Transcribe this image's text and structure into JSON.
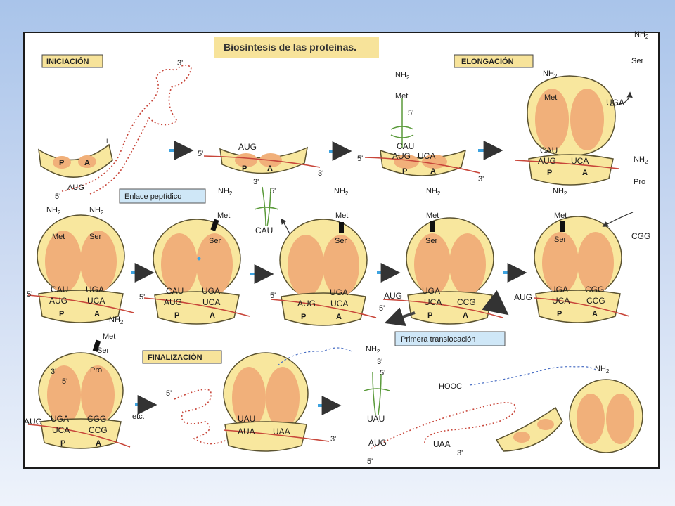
{
  "title": "Biosíntesis de las proteínas.",
  "sections": {
    "initiation": "INICIACIÓN",
    "elongation": "ELONGACIÓN",
    "termination": "FINALIZACIÓN"
  },
  "callouts": {
    "peptide_bond": "Enlace peptídico",
    "first_translocation": "Primera translocación"
  },
  "labels": {
    "three_prime": "3'",
    "five_prime": "5'",
    "plus": "+",
    "aug": "AUG",
    "uca": "UCA",
    "ccg": "CCG",
    "aua": "AUA",
    "uaa": "UAA",
    "cau": "CAU",
    "uga": "UGA",
    "cgg": "CGG",
    "uau": "UAU",
    "p": "P",
    "a": "A",
    "nh2": "NH",
    "sub2": "2",
    "met": "Met",
    "ser": "Ser",
    "pro": "Pro",
    "hooc": "HOOC",
    "etc": "etc."
  },
  "colors": {
    "ribosome_fill": "#f8e79e",
    "ribosome_stroke": "#5a5230",
    "site_fill": "#f1b07a",
    "mrna": "#c8463a",
    "trna": "#5a9a3a",
    "arrow": "#3ea3e0",
    "label_box": "#f7e39a",
    "callout_box": "#cfe7f7",
    "peptide": "#5a7ac8"
  }
}
